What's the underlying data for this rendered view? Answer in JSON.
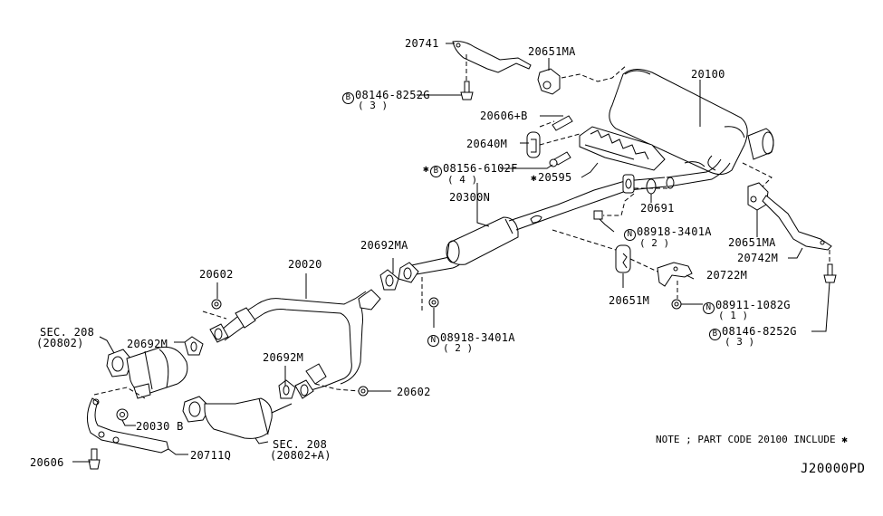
{
  "diagram": {
    "title_code": "J20000PD",
    "note": "NOTE ; PART CODE 20100 INCLUDE ✱",
    "labels": {
      "p20741": "20741",
      "p20651MA_top": "20651MA",
      "p20100": "20100",
      "bolt_08146_top": "08146-8252G",
      "bolt_08146_top_qty": "( 3 )",
      "p20606B": "20606+B",
      "p20640M": "20640M",
      "bolt_08156": "08156-6102F",
      "bolt_08156_qty": "( 4 )",
      "p20595": "20595",
      "p20691": "20691",
      "p20300N": "20300N",
      "nut_08918_right": "08918-3401A",
      "nut_08918_right_qty": "( 2 )",
      "p20651MA_right": "20651MA",
      "p20742M": "20742M",
      "p20692MA": "20692MA",
      "p20020": "20020",
      "p20602_top": "20602",
      "p20722M": "20722M",
      "p20651M": "20651M",
      "nut_08911": "08911-1082G",
      "nut_08911_qty": "( 1 )",
      "bolt_08146_right": "08146-8252G",
      "bolt_08146_right_qty": "( 3 )",
      "nut_08918_mid": "08918-3401A",
      "nut_08918_mid_qty": "( 2 )",
      "sec208_a": "SEC. 208",
      "sec208_a_ref": "(20802)",
      "p20692M_left": "20692M",
      "p20692M_mid": "20692M",
      "p20602_bottom": "20602",
      "p20030B": "20030 B",
      "p20606": "20606",
      "p20711Q": "20711Q",
      "sec208_b": "SEC. 208",
      "sec208_b_ref": "(20802+A)"
    },
    "prefix_marks": {
      "bolt": "B",
      "nut": "N",
      "included_mark": "✱"
    }
  }
}
